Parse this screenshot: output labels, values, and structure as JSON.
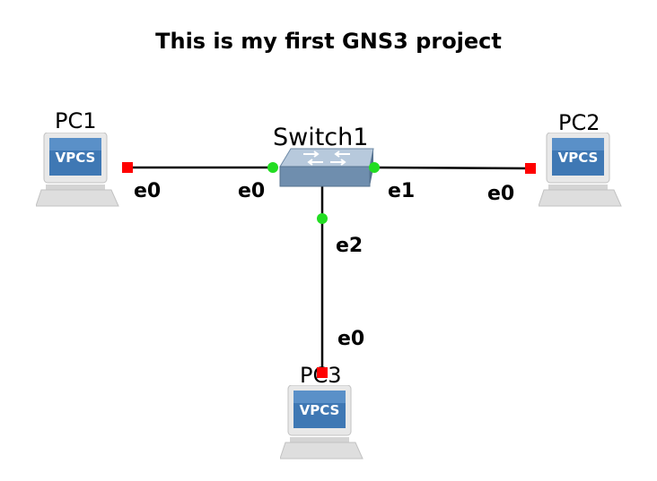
{
  "title": "This is my first GNS3 project",
  "nodes": {
    "pc1": {
      "label": "PC1",
      "screen_text": "VPCS",
      "icon": "vpcs-computer-icon"
    },
    "pc2": {
      "label": "PC2",
      "screen_text": "VPCS",
      "icon": "vpcs-computer-icon"
    },
    "pc3": {
      "label": "PC3",
      "screen_text": "VPCS",
      "icon": "vpcs-computer-icon"
    },
    "switch1": {
      "label": "Switch1",
      "icon": "ethernet-switch-icon"
    }
  },
  "links": [
    {
      "from": "PC1",
      "from_port": "e0",
      "to": "Switch1",
      "to_port": "e0"
    },
    {
      "from": "Switch1",
      "from_port": "e1",
      "to": "PC2",
      "to_port": "e0"
    },
    {
      "from": "Switch1",
      "from_port": "e2",
      "to": "PC3",
      "to_port": "e0"
    }
  ],
  "colors": {
    "link": "#000000",
    "switch_port_status": "#22dd22",
    "pc_port_status": "#ff0000",
    "switch_body": "#7f9bb8",
    "vpcs_screen": "#3f78b4"
  }
}
